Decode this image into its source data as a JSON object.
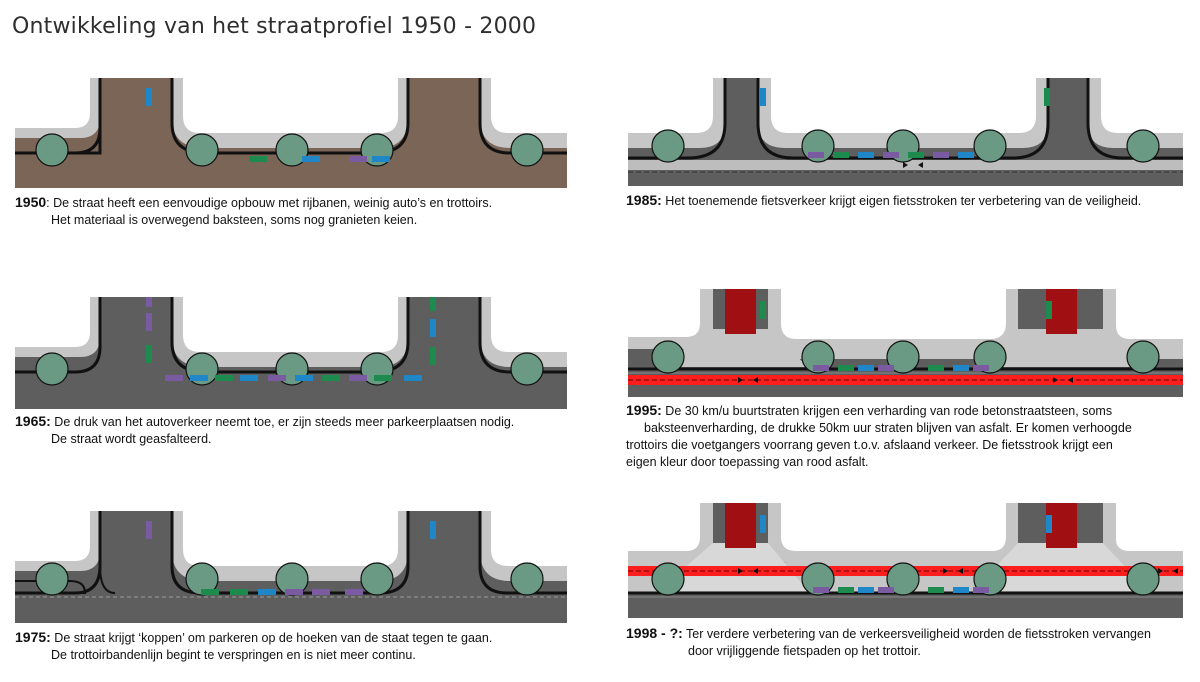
{
  "title": "Ontwikkeling van het straatprofiel 1950 - 2000",
  "panels": [
    {
      "id": "p1950",
      "year": "1950",
      "lines": [
        ": De straat heeft een eenvoudige opbouw met rijbanen, weinig auto’s en trottoirs.",
        "Het materiaal is overwegend baksteen, soms nog granieten keien."
      ]
    },
    {
      "id": "p1965",
      "year": "1965:",
      "lines": [
        " De druk van het autoverkeer neemt toe, er zijn steeds meer parkeerplaatsen nodig.",
        "De straat wordt geasfalteerd."
      ]
    },
    {
      "id": "p1975",
      "year": "1975:",
      "lines": [
        " De straat krijgt ‘koppen’ om parkeren op de hoeken van de staat tegen te gaan.",
        "De trottoirbandenlijn begint te verspringen en is niet meer continu."
      ]
    },
    {
      "id": "p1985",
      "year": "1985:",
      "lines": [
        " Het toenemende fietsverkeer krijgt eigen fietsstroken ter verbetering van de veiligheid."
      ]
    },
    {
      "id": "p1995",
      "year": "1995:",
      "lines": [
        " De 30 km/u buurtstraten krijgen een verharding van rode betonstraatsteen, soms",
        "baksteenverharding, de drukke 50km uur straten blijven van asfalt. Er komen verhoogde",
        "trottoirs die voetgangers voorrang geven t.o.v. afslaand verkeer. De fietsstrook krijgt een",
        "eigen kleur door toepassing van rood asfalt."
      ]
    },
    {
      "id": "p1998",
      "year": "1998 - ?:",
      "lines": [
        " Ter verdere verbetering van de verkeersveiligheid worden de fietsstroken vervangen",
        "door vrijliggende fietspaden op het trottoir."
      ]
    }
  ],
  "colors": {
    "brick": "#7b6556",
    "asphalt": "#5e5e5e",
    "sidewalk": "#c6c6c6",
    "building": "#ffffff",
    "tree": "#6b9a84",
    "red_road": "#a00f12",
    "bike_red": "#ff1e1e",
    "car_blue": "#1f87c8",
    "car_purple": "#7a5aa0",
    "car_green": "#1d8a4e"
  }
}
